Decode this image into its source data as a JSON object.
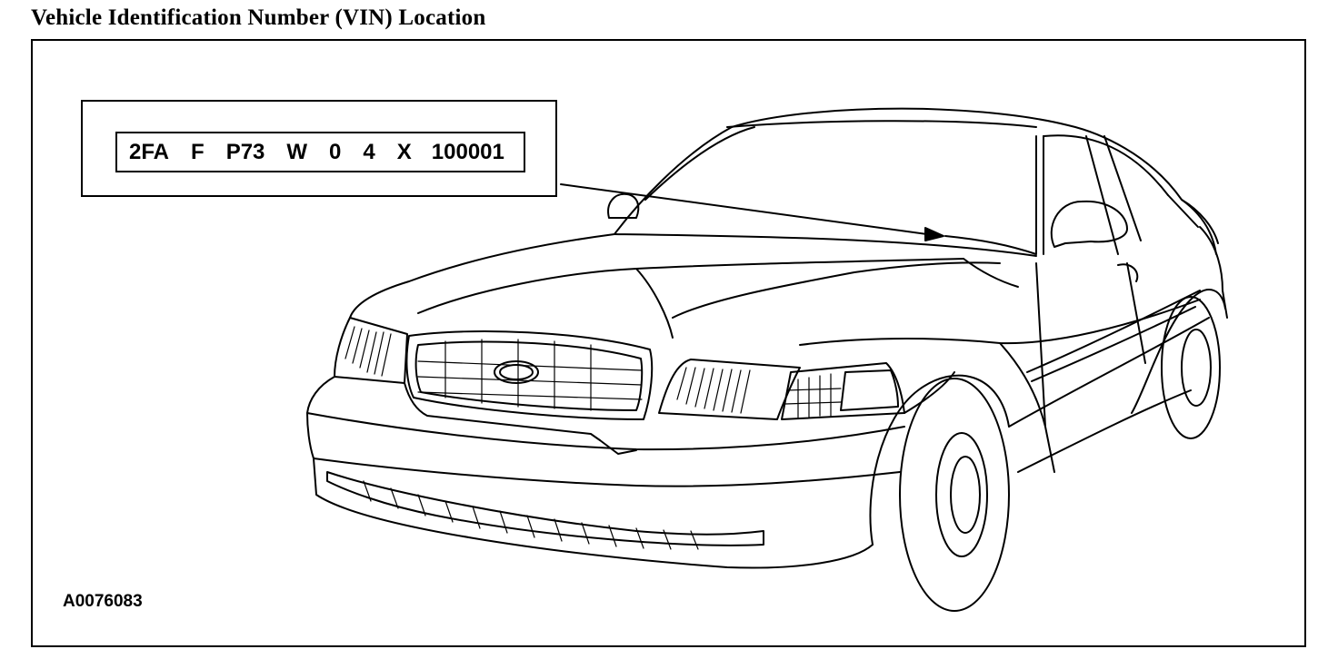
{
  "title": "Vehicle Identification Number (VIN) Location",
  "vin": {
    "segments": [
      "2FA",
      "F",
      "P73",
      "W",
      "0",
      "4",
      "X",
      "100001"
    ]
  },
  "reference_code": "A0076083",
  "icons": {
    "car": "vehicle-line-art",
    "arrow": "callout-arrow"
  }
}
